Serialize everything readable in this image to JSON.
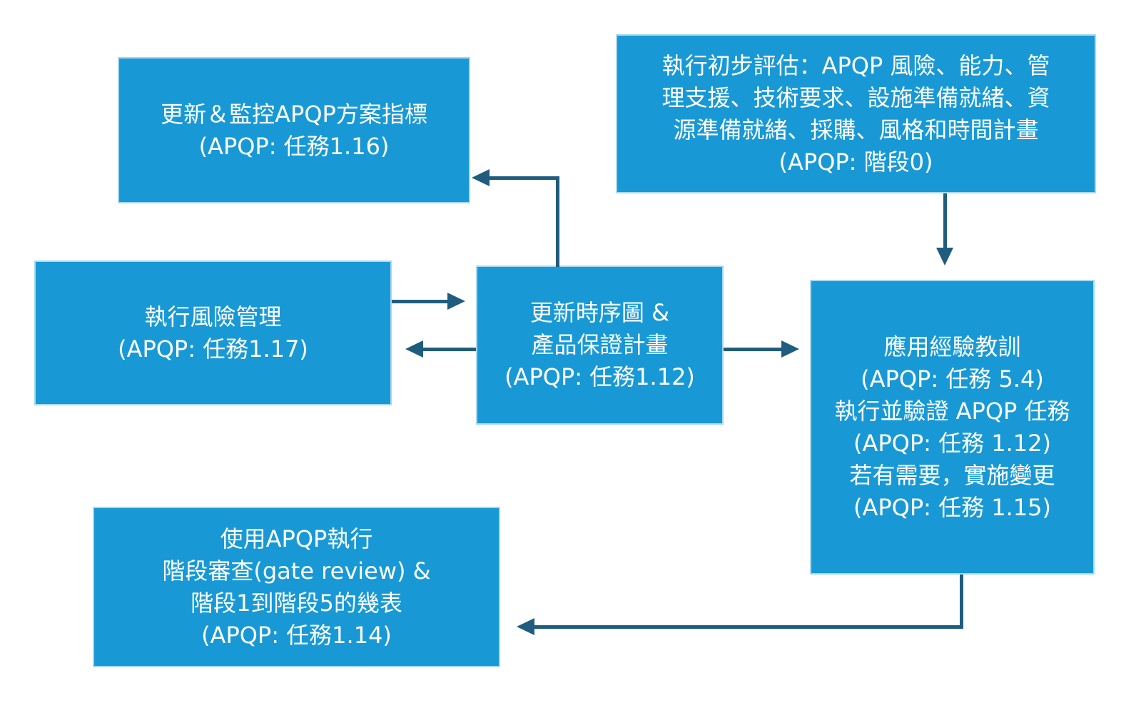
{
  "diagram": {
    "title": "APQP process flow diagram",
    "colors": {
      "box_fill": "#1899D6",
      "box_border": "#A8D8EE",
      "arrow": "#1F5D7E",
      "text": "#FFFFFF",
      "bg": "#FFFFFF"
    },
    "boxes": [
      {
        "id": "update-metrics",
        "lines": [
          "更新＆監控APQP方案指標",
          "(APQP: 任務1.16)"
        ]
      },
      {
        "id": "initial-assessment",
        "lines": [
          "執行初步評估：APQP 風險、能力、管",
          "理支援、技術要求、設施準備就緒、資",
          "源準備就緒、採購、風格和時間計畫",
          "(APQP: 階段0)"
        ]
      },
      {
        "id": "risk-management",
        "lines": [
          "執行風險管理",
          "(APQP: 任務1.17)"
        ]
      },
      {
        "id": "update-timing",
        "lines": [
          "更新時序圖 &",
          "產品保證計畫",
          "(APQP: 任務1.12)"
        ]
      },
      {
        "id": "lessons-learned",
        "lines": [
          "應用經驗教訓",
          "(APQP: 任務 5.4)",
          "執行並驗證 APQP 任務",
          "(APQP: 任務 1.12)",
          "若有需要，實施變更",
          "(APQP: 任務 1.15)"
        ]
      },
      {
        "id": "gate-review",
        "lines": [
          "使用APQP執行",
          "階段審查(gate review) &",
          "階段1到階段5的幾表",
          "(APQP: 任務1.14)"
        ]
      }
    ],
    "connectors": [
      {
        "from": "update-timing",
        "to": "update-metrics",
        "shape": "elbow-up-left"
      },
      {
        "from": "initial-assessment",
        "to": "lessons-learned",
        "shape": "straight-down"
      },
      {
        "from": "risk-management",
        "to": "update-timing",
        "shape": "straight-right"
      },
      {
        "from": "update-timing",
        "to": "risk-management",
        "shape": "straight-left"
      },
      {
        "from": "update-timing",
        "to": "lessons-learned",
        "shape": "straight-right"
      },
      {
        "from": "lessons-learned",
        "to": "gate-review",
        "shape": "elbow-down-left"
      }
    ]
  }
}
